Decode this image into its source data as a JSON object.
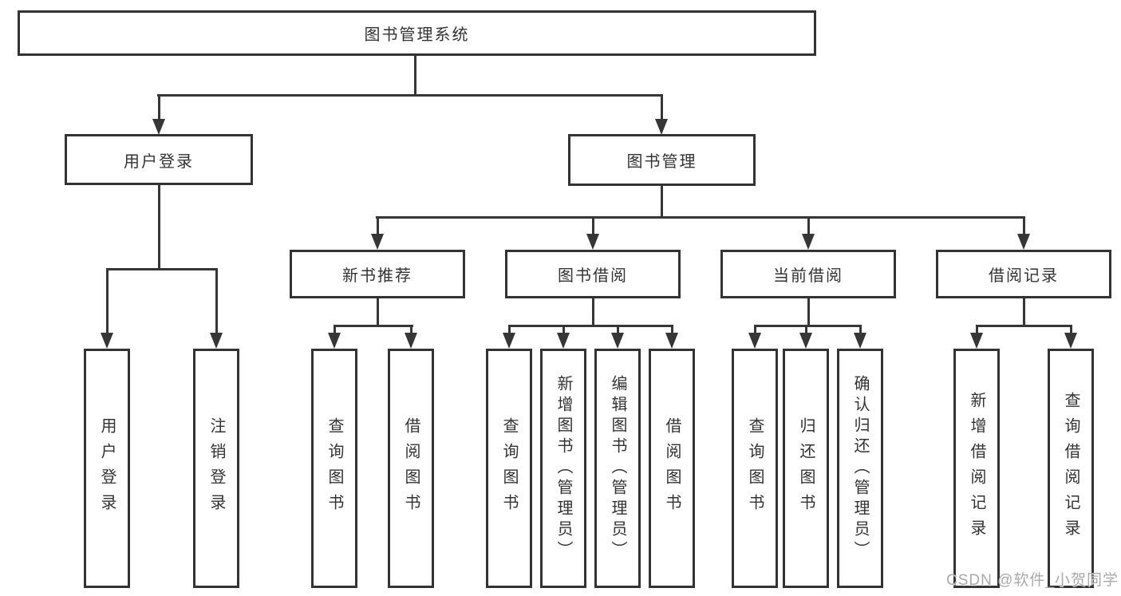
{
  "tree": {
    "label": "图书管理系统",
    "children": [
      {
        "label": "用户登录",
        "children": [
          {
            "label": "用户登录"
          },
          {
            "label": "注销登录"
          }
        ]
      },
      {
        "label": "图书管理",
        "children": [
          {
            "label": "新书推荐",
            "children": [
              {
                "label": "查询图书"
              },
              {
                "label": "借阅图书"
              }
            ]
          },
          {
            "label": "图书借阅",
            "children": [
              {
                "label": "查询图书"
              },
              {
                "label": "新增图书（管理员）"
              },
              {
                "label": "编辑图书（管理员）"
              },
              {
                "label": "借阅图书"
              }
            ]
          },
          {
            "label": "当前借阅",
            "children": [
              {
                "label": "查询图书"
              },
              {
                "label": "归还图书"
              },
              {
                "label": "确认归还（管理员）"
              }
            ]
          },
          {
            "label": "借阅记录",
            "children": [
              {
                "label": "新增借阅记录"
              },
              {
                "label": "查询借阅记录"
              }
            ]
          }
        ]
      }
    ]
  },
  "watermark": {
    "text": "CSDN @软件_小贺同学"
  },
  "colors": {
    "line": "#363636",
    "border": "#333333",
    "text": "#333333",
    "watermark": "#a9a9a9",
    "background": "#ffffff"
  }
}
